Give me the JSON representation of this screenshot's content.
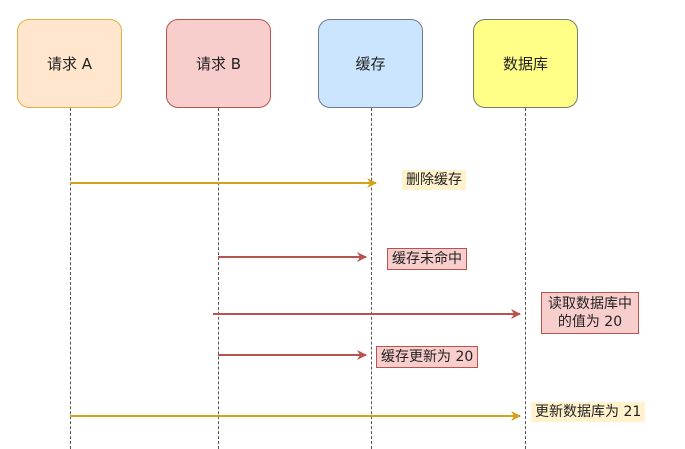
{
  "actors": [
    {
      "id": "a",
      "label": "请求 A",
      "fill": "#ffe6cc",
      "stroke": "#d79b00"
    },
    {
      "id": "b",
      "label": "请求 B",
      "fill": "#f8cecc",
      "stroke": "#b85450"
    },
    {
      "id": "c",
      "label": "缓存",
      "fill": "#cce5ff",
      "stroke": "#6c7a8a"
    },
    {
      "id": "d",
      "label": "数据库",
      "fill": "#ffff88",
      "stroke": "#7a7a6a"
    }
  ],
  "messages": [
    {
      "from": "a",
      "to": "c",
      "label": "删除缓存",
      "color": "#d6a11a",
      "label_style": "yellow"
    },
    {
      "from": "b",
      "to": "c",
      "label": "缓存未命中",
      "color": "#b85450",
      "label_style": "red"
    },
    {
      "from": "b",
      "to": "d",
      "label": "读取数据库中的值为 20",
      "label_lines": [
        "读取数据库中",
        "的值为 20"
      ],
      "color": "#b85450",
      "label_style": "red"
    },
    {
      "from": "b",
      "to": "c",
      "label": "缓存更新为 20",
      "color": "#b85450",
      "label_style": "red"
    },
    {
      "from": "a",
      "to": "d",
      "label": "更新数据库为 21",
      "color": "#d6a11a",
      "label_style": "yellow"
    }
  ]
}
